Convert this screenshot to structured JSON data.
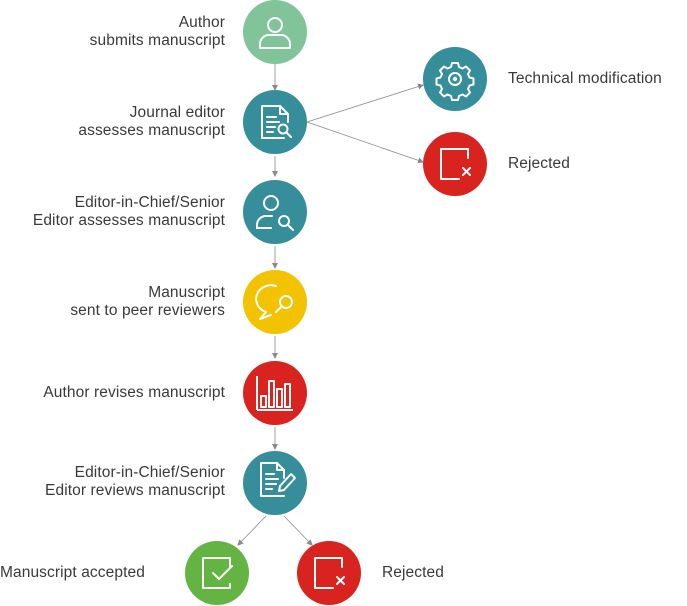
{
  "colors": {
    "light_green": "#82c49a",
    "teal": "#358e99",
    "red": "#d9231f",
    "yellow": "#f3c200",
    "green": "#64b444",
    "arrow": "#8a8a8a",
    "text": "#3a3a3a"
  },
  "steps": {
    "submit": {
      "line1": "Author",
      "line2": "submits manuscript",
      "icon": "person-icon"
    },
    "assess": {
      "line1": "Journal editor",
      "line2": "assesses manuscript",
      "icon": "document-search-icon"
    },
    "technical": {
      "line1": "Technical modification",
      "icon": "gear-icon"
    },
    "reject_early": {
      "line1": "Rejected",
      "icon": "reject-box-icon"
    },
    "senior_assess": {
      "line1": "Editor-in-Chief/Senior",
      "line2": "Editor assesses manuscript",
      "icon": "person-search-icon"
    },
    "peer_review": {
      "line1": "Manuscript",
      "line2": "sent to peer reviewers",
      "icon": "chat-search-icon"
    },
    "revise": {
      "line1": "Author revises manuscript",
      "icon": "bar-chart-icon"
    },
    "senior_review": {
      "line1": "Editor-in-Chief/Senior",
      "line2": "Editor reviews manuscript",
      "icon": "document-edit-icon"
    },
    "accepted": {
      "line1": "Manuscript accepted",
      "icon": "accept-box-icon"
    },
    "reject_final": {
      "line1": "Rejected",
      "icon": "reject-box-icon"
    }
  }
}
